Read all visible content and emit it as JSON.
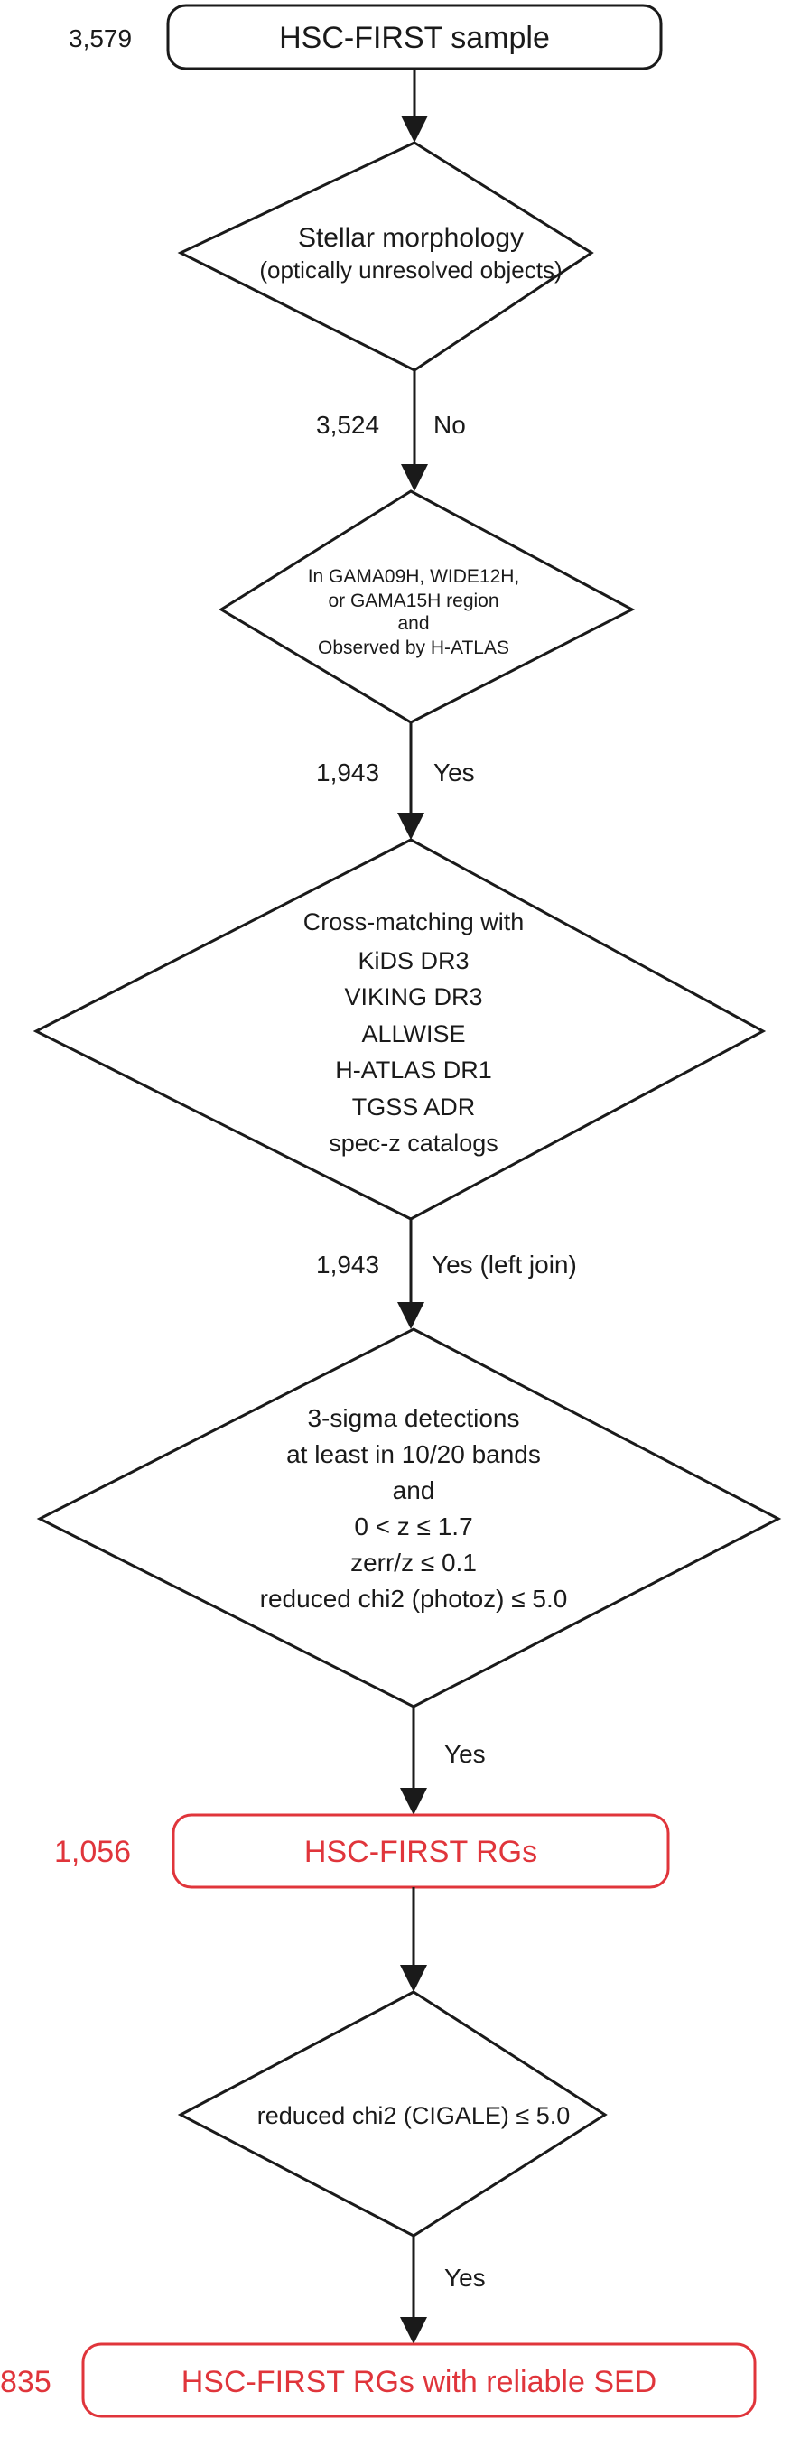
{
  "colors": {
    "ink": "#1a1a1a",
    "accent": "#e0353b"
  },
  "nodes": {
    "start": {
      "label": "HSC-FIRST sample",
      "count": "3,579"
    },
    "d1": {
      "lines": [
        "Stellar morphology",
        "(optically unresolved objects)"
      ]
    },
    "d2": {
      "lines": [
        "In GAMA09H, WIDE12H,",
        "or GAMA15H region",
        "and",
        "Observed by H-ATLAS"
      ]
    },
    "d3": {
      "lines": [
        "Cross-matching with",
        "KiDS DR3",
        "VIKING DR3",
        "ALLWISE",
        "H-ATLAS DR1",
        "TGSS ADR",
        "spec-z catalogs"
      ]
    },
    "d4": {
      "lines": [
        "3-sigma detections",
        "at least in 10/20 bands",
        "and",
        "0 < z ≤ 1.7",
        "zerr/z ≤ 0.1",
        "reduced chi2 (photoz) ≤ 5.0"
      ]
    },
    "rgs": {
      "label": "HSC-FIRST RGs",
      "count": "1,056"
    },
    "d5": {
      "lines": [
        "reduced chi2 (CIGALE) ≤ 5.0"
      ]
    },
    "final": {
      "label": "HSC-FIRST RGs with reliable SED",
      "count": "835"
    }
  },
  "edges": {
    "e1": {
      "count": "3,524",
      "label": "No"
    },
    "e2": {
      "count": "1,943",
      "label": "Yes"
    },
    "e3": {
      "count": "1,943",
      "label": "Yes (left join)"
    },
    "e4": {
      "label": "Yes"
    },
    "e5": {
      "label": "Yes"
    }
  }
}
